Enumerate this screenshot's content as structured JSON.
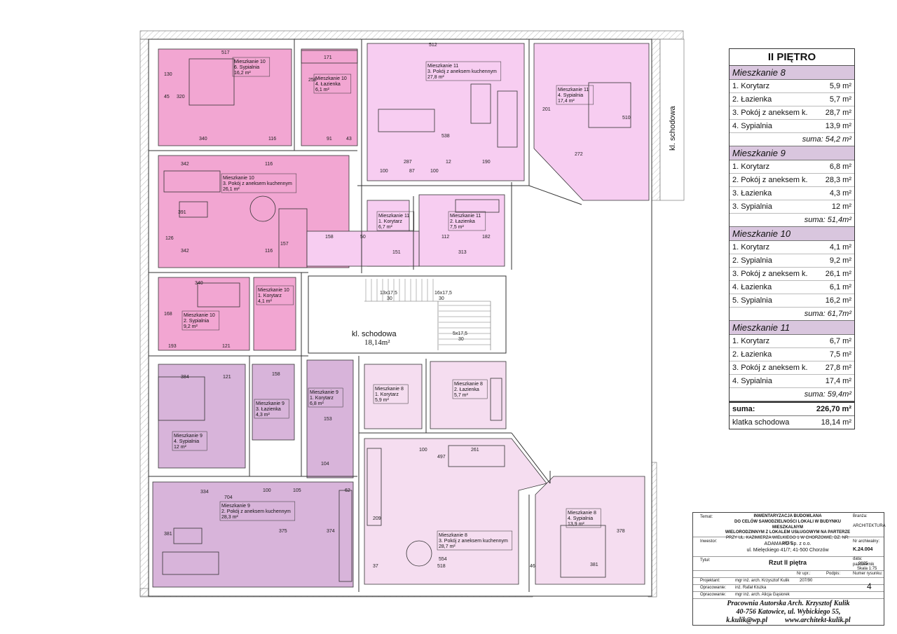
{
  "plan": {
    "stair_label": "kl. schodowa",
    "stair_area": "18,14m²",
    "side_stair_label": "kl. schodowa",
    "stair_steps": [
      "13x17,5",
      "30",
      "16x17,5",
      "30",
      "5x17,5",
      "30"
    ],
    "colors": {
      "m8": "#f5ddf0",
      "m9": "#d8b4da",
      "m10": "#f2a6d2",
      "m11": "#f7cdf1",
      "wall": "#ffffff",
      "wall_outline": "#333333",
      "hatch": "#bbbbbb"
    },
    "rooms": [
      {
        "id": "m10-sypialnia-6",
        "lines": [
          "Mieszkanie 10",
          "6. Sypialnia",
          "16,2 m²"
        ]
      },
      {
        "id": "m10-lazienka-4",
        "lines": [
          "Mieszkanie 10",
          "4. Łazienka",
          "6,1 m²"
        ]
      },
      {
        "id": "m11-pokoj-3",
        "lines": [
          "Mieszkanie 11",
          "3. Pokój z aneksem kuchennym",
          "27,8 m²"
        ]
      },
      {
        "id": "m11-sypialnia-4",
        "lines": [
          "Mieszkanie 11",
          "4. Sypialnia",
          "17,4 m²"
        ]
      },
      {
        "id": "m10-pokoj-3",
        "lines": [
          "Mieszkanie 10",
          "3. Pokój z aneksem kuchennym",
          "26,1 m²"
        ]
      },
      {
        "id": "m11-korytarz-1",
        "lines": [
          "Mieszkanie 11",
          "1. Korytarz",
          "6,7 m²"
        ]
      },
      {
        "id": "m11-lazienka-2",
        "lines": [
          "Mieszkanie 11",
          "2. Łazienka",
          "7,5 m²"
        ]
      },
      {
        "id": "m10-korytarz-1",
        "lines": [
          "Mieszkanie 10",
          "1. Korytarz",
          "4,1 m²"
        ]
      },
      {
        "id": "m10-sypialnia-2",
        "lines": [
          "Mieszkanie 10",
          "2. Sypialnia",
          "9,2 m²"
        ]
      },
      {
        "id": "m9-lazienka-3",
        "lines": [
          "Mieszkanie 9",
          "3. Łazienka",
          "4,3 m²"
        ]
      },
      {
        "id": "m9-korytarz-1",
        "lines": [
          "Mieszkanie 9",
          "1. Korytarz",
          "6,8 m²"
        ]
      },
      {
        "id": "m8-korytarz-1",
        "lines": [
          "Mieszkanie 8",
          "1. Korytarz",
          "5,9 m²"
        ]
      },
      {
        "id": "m8-lazienka-2",
        "lines": [
          "Mieszkanie 8",
          "2. Łazienka",
          "5,7 m²"
        ]
      },
      {
        "id": "m9-sypialnia-4",
        "lines": [
          "Mieszkanie 9",
          "4. Sypialnia",
          "12 m²"
        ]
      },
      {
        "id": "m9-pokoj-2",
        "lines": [
          "Mieszkanie 9",
          "2. Pokój z aneksem kuchennym",
          "28,3 m²"
        ]
      },
      {
        "id": "m8-pokoj-3",
        "lines": [
          "Mieszkanie 8",
          "3. Pokój z aneksem kuchennym",
          "28,7 m²"
        ]
      },
      {
        "id": "m8-sypialnia-4",
        "lines": [
          "Mieszkanie 8",
          "4. Sypialnia",
          "13,9 m²"
        ]
      }
    ],
    "dimensions": [
      "517",
      "171",
      "512",
      "130",
      "320",
      "45",
      "258",
      "340",
      "116",
      "91",
      "43",
      "538",
      "287",
      "12",
      "190",
      "100",
      "87",
      "100",
      "342",
      "116",
      "391",
      "126",
      "342",
      "116",
      "157",
      "158",
      "50",
      "151",
      "313",
      "182",
      "112",
      "340",
      "168",
      "121",
      "193",
      "384",
      "121",
      "158",
      "153",
      "104",
      "100",
      "261",
      "497",
      "334",
      "704",
      "100",
      "105",
      "62",
      "381",
      "375",
      "374",
      "209",
      "554",
      "518",
      "37",
      "46",
      "381",
      "378",
      "510",
      "272",
      "201"
    ]
  },
  "summary": {
    "title": "II PIĘTRO",
    "sections": [
      {
        "name": "Mieszkanie 8",
        "rows": [
          [
            "1. Korytarz",
            "5,9 m²"
          ],
          [
            "2. Łazienka",
            "5,7 m²"
          ],
          [
            "3. Pokój z aneksem k.",
            "28,7 m²"
          ],
          [
            "4. Sypialnia",
            "13,9 m²"
          ]
        ],
        "sum": "suma: 54,2 m²"
      },
      {
        "name": "Mieszkanie 9",
        "rows": [
          [
            "1. Korytarz",
            "6,8 m²"
          ],
          [
            "2. Pokój z aneksem k.",
            "28,3 m²"
          ],
          [
            "3. Łazienka",
            "4,3 m²"
          ],
          [
            "3. Sypialnia",
            "12 m²"
          ]
        ],
        "sum": "suma: 51,4m²"
      },
      {
        "name": "Mieszkanie 10",
        "rows": [
          [
            "1. Korytarz",
            "4,1 m²"
          ],
          [
            "2. Sypialnia",
            "9,2 m²"
          ],
          [
            "3. Pokój z aneksem k.",
            "26,1 m²"
          ],
          [
            "4. Łazienka",
            "6,1 m²"
          ],
          [
            "5. Sypialnia",
            "16,2 m²"
          ]
        ],
        "sum": "suma: 61,7m²"
      },
      {
        "name": "Mieszkanie 11",
        "rows": [
          [
            "1. Korytarz",
            "6,7 m²"
          ],
          [
            "2. Łazienka",
            "7,5 m²"
          ],
          [
            "3. Pokój z aneksem k.",
            "27,8 m²"
          ],
          [
            "4. Sypialnia",
            "17,4 m²"
          ]
        ],
        "sum": "suma: 59,4m²"
      }
    ],
    "total_label": "suma:",
    "total_value": "226,70 m²",
    "stair_label": "klatka schodowa",
    "stair_value": "18,14 m²"
  },
  "titleblock": {
    "temat_label": "Temat:",
    "temat_lines": [
      "INWENTARYZACJA BUDOWLANA",
      "DO CELÓW SAMODZIELNOŚCI LOKALI W BUDYNKU MIESZKALNYM",
      "WIELORODZINNYM Z LOKALEM USŁUGOWYM NA PARTERZE",
      "PRZY UL. KAZIMIERZA WIELKIEGO 1 W CHORZOWIE; DZ. NR: 102/1"
    ],
    "branza_label": "Branża:",
    "branza_value": "ARCHITEKTURA",
    "inwestor_label": "Inwestor:",
    "inwestor_lines": [
      "ADAMARO Sp. z o.o.",
      "ul. Mielęckiego 41/7; 41-500 Chorzów"
    ],
    "nr_label": "Nr archiwalny:",
    "nr_value": "K.24.004",
    "tytul_label": "Tytuł:",
    "tytul_value": "Rzut II piętra",
    "data_label": "data: październik",
    "data_value": "2025",
    "skala": "Skala 1:75",
    "numer_label": "Numer rysunku:",
    "numer_value": "4",
    "nr_upr_label": "Nr upr.:",
    "podpis_label": "Podpis:",
    "projektant_label": "Projektant:",
    "projektant_value": "mgr inż. arch. Krzysztof Kulik",
    "projektant_nr": "207/90",
    "opr1_label": "Opracowanie:",
    "opr1_value": "inż. Rafał Kiszka",
    "opr2_label": "Opracowanie:",
    "opr2_value": "mgr inż. arch. Alicja Gąsiorek",
    "footer_lines": [
      "Pracownia Autorska Arch. Krzysztof Kulik",
      "40-756 Katowice, ul. Wybickiego 55,",
      "k.kulik@wp.pl          www.architekt-kulik.pl"
    ]
  }
}
